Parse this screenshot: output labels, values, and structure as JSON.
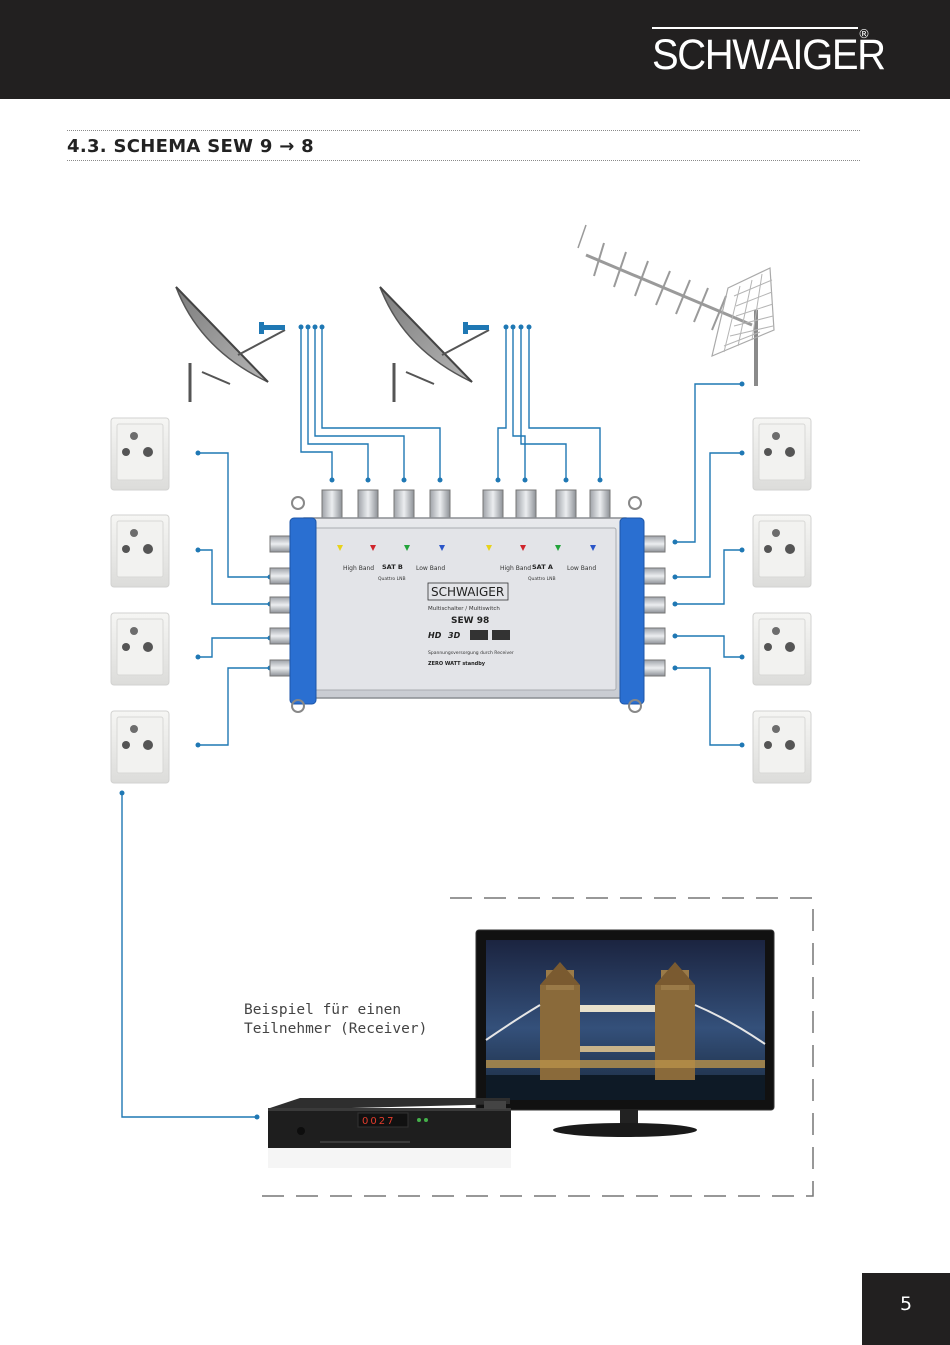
{
  "header": {
    "brand": "SCHWAIGER",
    "registered": "®"
  },
  "section": {
    "title": "4.3. SCHEMA SEW 9 → 8"
  },
  "multiswitch": {
    "brand": "SCHWAIGER",
    "subtitle": "Multischalter / Multiswitch",
    "model": "SEW 98",
    "sat_b": "SAT B",
    "sat_a": "SAT A",
    "high_band": "High Band",
    "low_band": "Low Band",
    "quattro": "Quattro LNB",
    "power_note": "Spannungsversorgung durch Receiver",
    "standby": "ZERO WATT standby",
    "hd_badge": "HD",
    "threed_badge": "3D"
  },
  "receiver": {
    "display": "0027"
  },
  "caption": {
    "line1": "Beispiel für einen",
    "line2": "Teilnehmer (Receiver)"
  },
  "footer": {
    "page_number": "5"
  },
  "colors": {
    "header_bg": "#222020",
    "wire": "#1f78b4",
    "switch_blue": "#2a6fd1"
  }
}
